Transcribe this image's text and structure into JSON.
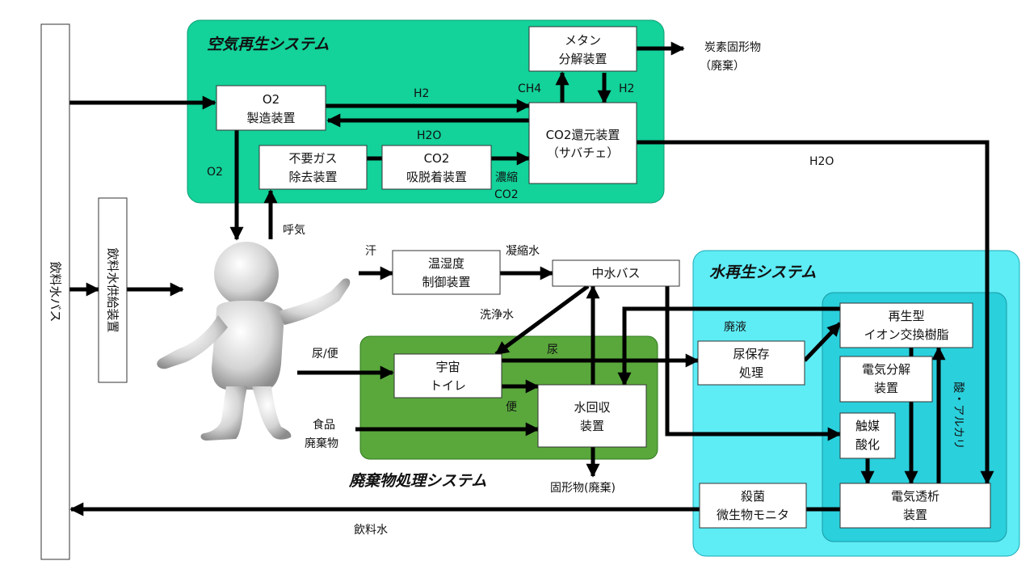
{
  "regions": [
    {
      "id": "air",
      "title": "空気再生システム",
      "color": "#13d29a"
    },
    {
      "id": "water",
      "title": "水再生システム",
      "color": "#5eecf5"
    },
    {
      "id": "water_inner",
      "title": "",
      "color": "#2ad0dc"
    },
    {
      "id": "waste",
      "title": "廃棄物処理システム",
      "color": "#5aa83c"
    }
  ],
  "nodes": [
    {
      "id": "drink_bus",
      "lines": [
        "飲料水バス"
      ],
      "vertical": true
    },
    {
      "id": "drink_supply",
      "lines": [
        "飲料水供給装置"
      ],
      "vertical": true
    },
    {
      "id": "methane",
      "lines": [
        "メタン",
        "分解装置"
      ]
    },
    {
      "id": "o2gen",
      "lines": [
        "O2",
        "製造装置"
      ]
    },
    {
      "id": "co2red",
      "lines": [
        "CO2還元装置",
        "（サバチェ）"
      ]
    },
    {
      "id": "gasremove",
      "lines": [
        "不要ガス",
        "除去装置"
      ]
    },
    {
      "id": "co2ads",
      "lines": [
        "CO2",
        "吸脱着装置"
      ]
    },
    {
      "id": "humid",
      "lines": [
        "温湿度",
        "制御装置"
      ]
    },
    {
      "id": "graywater",
      "lines": [
        "中水バス"
      ]
    },
    {
      "id": "toilet",
      "lines": [
        "宇宙",
        "トイレ"
      ]
    },
    {
      "id": "waterrec",
      "lines": [
        "水回収",
        "装置"
      ]
    },
    {
      "id": "urine",
      "lines": [
        "尿保存",
        "処理"
      ]
    },
    {
      "id": "ionex",
      "lines": [
        "再生型",
        "イオン交換樹脂"
      ]
    },
    {
      "id": "electrolysis",
      "lines": [
        "電気分解",
        "装置"
      ]
    },
    {
      "id": "catalyst",
      "lines": [
        "触媒",
        "酸化"
      ]
    },
    {
      "id": "dialysis",
      "lines": [
        "電気透析",
        "装置"
      ]
    },
    {
      "id": "sterile",
      "lines": [
        "殺菌",
        "微生物モニタ"
      ]
    }
  ],
  "labels": [
    {
      "id": "carbon",
      "lines": [
        "炭素固形物",
        "（廃棄）"
      ]
    },
    {
      "id": "h2_top",
      "lines": [
        "H2"
      ]
    },
    {
      "id": "h2o_mid",
      "lines": [
        "H2O"
      ]
    },
    {
      "id": "ch4",
      "lines": [
        "CH4"
      ]
    },
    {
      "id": "h2_right",
      "lines": [
        "H2"
      ]
    },
    {
      "id": "o2",
      "lines": [
        "O2"
      ]
    },
    {
      "id": "conc_co2",
      "lines": [
        "濃縮",
        "CO2"
      ]
    },
    {
      "id": "h2o_right",
      "lines": [
        "H2O"
      ]
    },
    {
      "id": "breath",
      "lines": [
        "呼気"
      ]
    },
    {
      "id": "sweat",
      "lines": [
        "汗"
      ]
    },
    {
      "id": "condensate",
      "lines": [
        "凝縮水"
      ]
    },
    {
      "id": "washwater",
      "lines": [
        "洗浄水"
      ]
    },
    {
      "id": "wasteliquid",
      "lines": [
        "廃液"
      ]
    },
    {
      "id": "urine_feces",
      "lines": [
        "尿/便"
      ]
    },
    {
      "id": "urine_lbl",
      "lines": [
        "尿"
      ]
    },
    {
      "id": "feces_lbl",
      "lines": [
        "便"
      ]
    },
    {
      "id": "food",
      "lines": [
        "食品",
        "廃棄物"
      ]
    },
    {
      "id": "solid",
      "lines": [
        "固形物(廃棄)"
      ]
    },
    {
      "id": "drinkwater",
      "lines": [
        "飲料水"
      ]
    },
    {
      "id": "acid",
      "lines": [
        "酸・アルカリ"
      ]
    }
  ],
  "icons": [
    {
      "id": "person",
      "name": "person-figure-icon"
    }
  ]
}
